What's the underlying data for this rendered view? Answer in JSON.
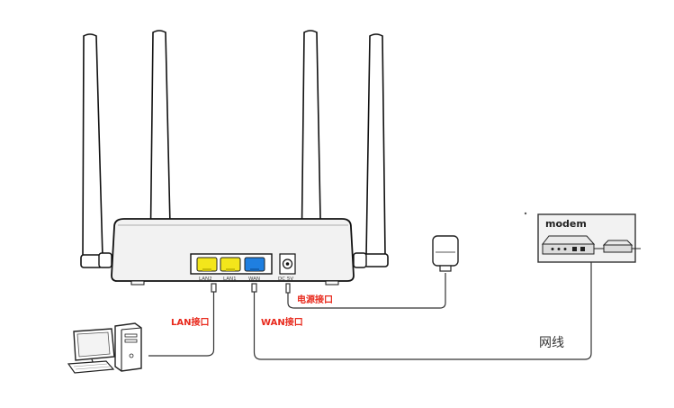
{
  "ports": {
    "lan2": "LAN2",
    "lan1": "LAN1",
    "wan": "WAN",
    "dc": "DC 5V"
  },
  "labels": {
    "power_port": "电源接口",
    "lan_port": "LAN接口",
    "wan_port": "WAN接口",
    "network_cable": "网线",
    "modem": "modem"
  },
  "colors": {
    "lan_port": "#f3e61b",
    "wan_port": "#1f7fe0",
    "label_red": "#e8291c"
  }
}
